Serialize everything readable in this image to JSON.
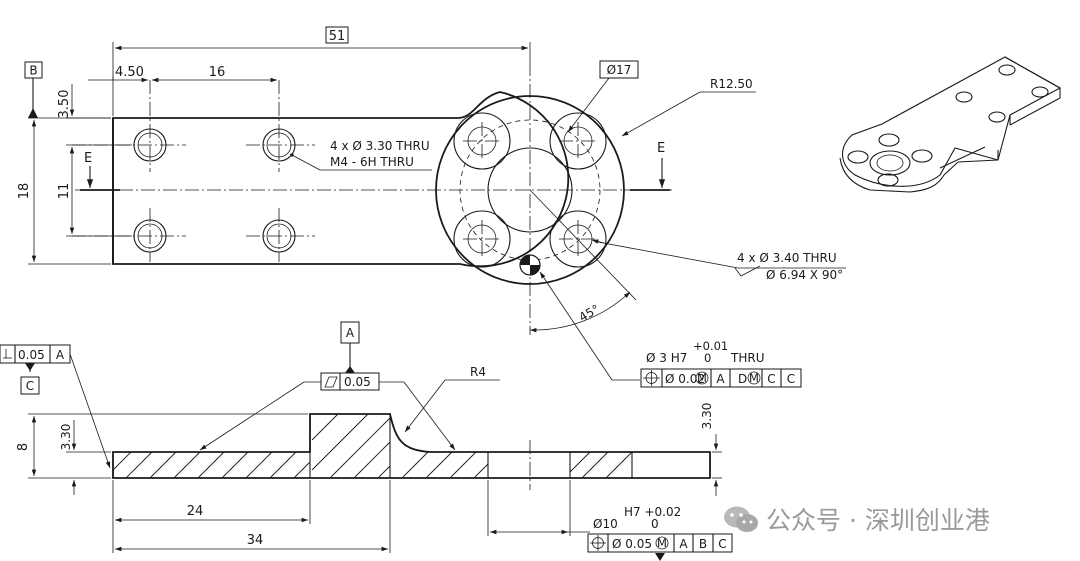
{
  "dimensions": {
    "d51": "51",
    "d4_50": "4.50",
    "d16": "16",
    "d3_50": "3.50",
    "d18": "18",
    "d11": "11",
    "phi17": "Ø17",
    "r12_50": "R12.50",
    "d45": "45°",
    "d8": "8",
    "d3_30_left": "3.30",
    "d3_30_right": "3.30",
    "r4": "R4",
    "d24": "24",
    "d34": "34",
    "h7_bore": "Ø10",
    "h7_bore_tol": "H7 +0.02",
    "h7_bore_tol_low": "0"
  },
  "callouts": {
    "holes_m4_line1": "4 x Ø 3.30 THRU",
    "holes_m4_line2": "M4 - 6H THRU",
    "holes_cs_line1": "4 x Ø 3.40 THRU",
    "holes_cs_line2": "Ø 6.94 X 90°",
    "pin_hole": "Ø 3 H7",
    "pin_hole_tol_high": "+0.01",
    "pin_hole_tol_low": "0",
    "pin_hole_thru": "THRU"
  },
  "datums": {
    "b": "B",
    "e_left": "E",
    "e_right": "E",
    "a": "A",
    "c": "C"
  },
  "frames": {
    "perp_value": "0.05",
    "perp_datum": "A",
    "flat_value": "0.05",
    "pos1_value": "Ø 0.02",
    "pos1_m": "M",
    "pos1_d1": "A",
    "pos1_d2": "D",
    "pos1_d2_m": "M",
    "pos1_d3": "C",
    "pos2_value": "Ø 0.05",
    "pos2_m": "M",
    "pos2_d1": "A",
    "pos2_d2": "B",
    "pos2_d3": "C"
  },
  "watermark": {
    "text": "公众号 · 深圳创业港",
    "dot_icon": "wechat-icon"
  }
}
